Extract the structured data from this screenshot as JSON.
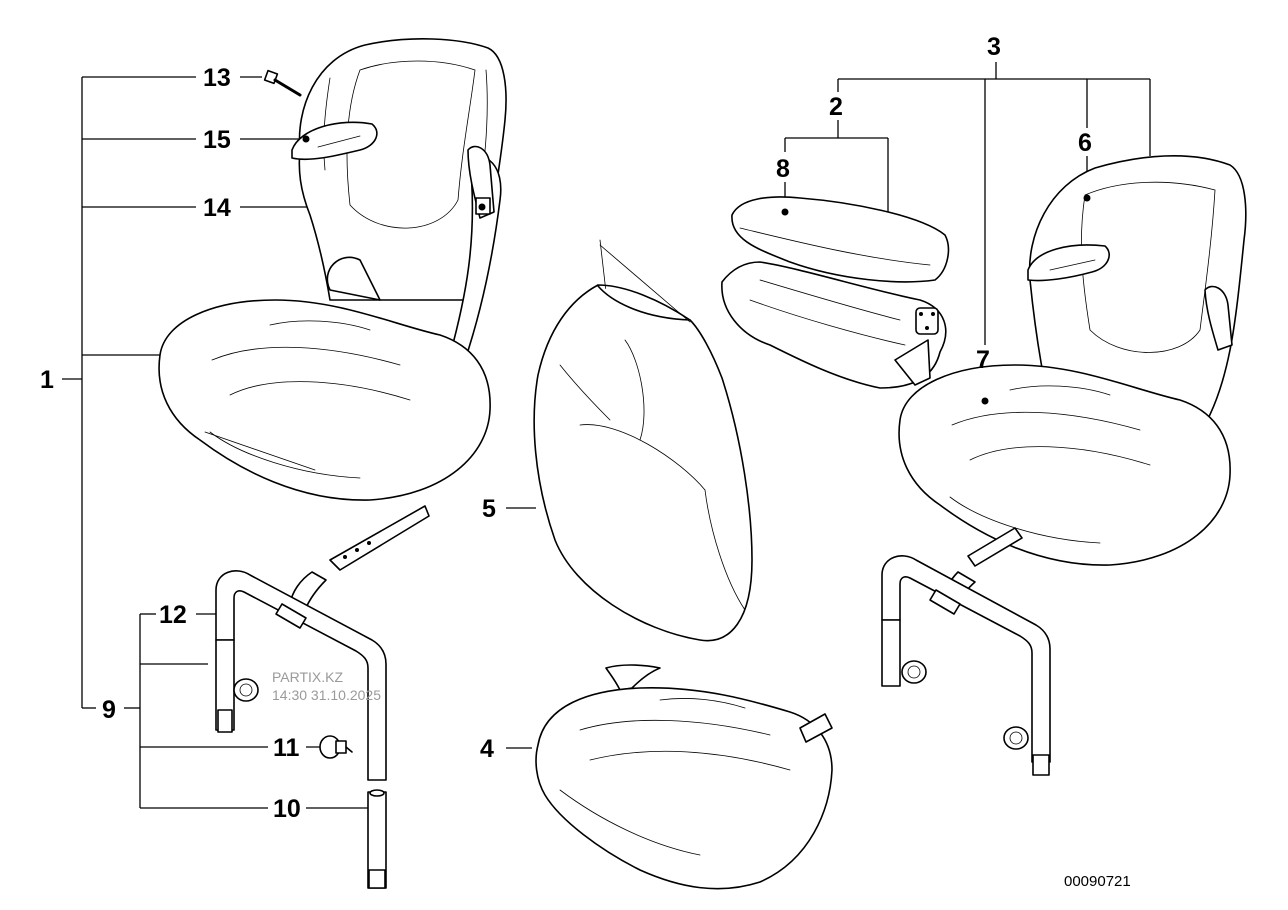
{
  "callouts": {
    "c1": "1",
    "c2": "2",
    "c3": "3",
    "c4": "4",
    "c5": "5",
    "c6": "6",
    "c7": "7",
    "c8": "8",
    "c9": "9",
    "c10": "10",
    "c11": "11",
    "c12": "12",
    "c13": "13",
    "c14": "14",
    "c15": "15"
  },
  "watermark": {
    "line1": "PARTIX.KZ",
    "line2": "14:30 31.10.2025"
  },
  "reference_number": "00090721",
  "colors": {
    "line": "#000000",
    "background": "#ffffff",
    "watermark": "#9a9a9a"
  }
}
